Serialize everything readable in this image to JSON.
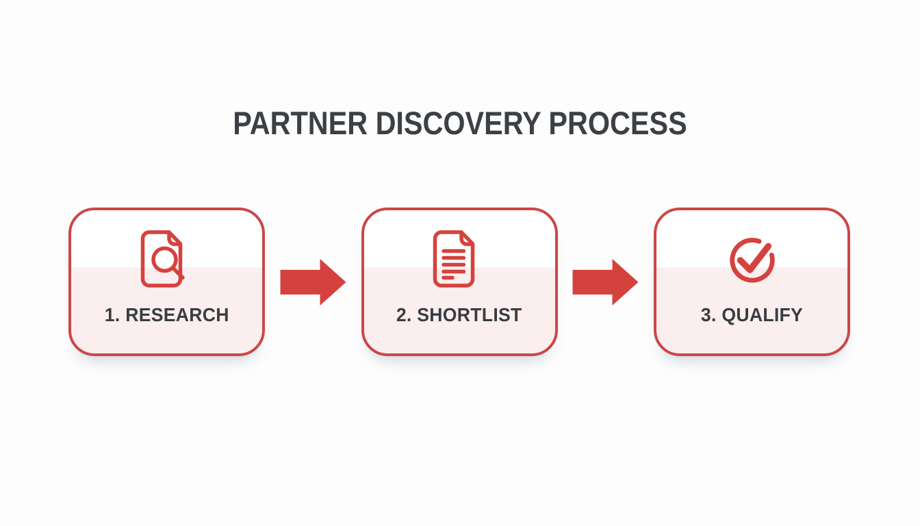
{
  "title": "PARTNER DISCOVERY PROCESS",
  "steps": [
    {
      "label": "1. RESEARCH",
      "icon": "document-search-icon"
    },
    {
      "label": "2. SHORTLIST",
      "icon": "document-lines-icon"
    },
    {
      "label": "3. QUALIFY",
      "icon": "check-circle-icon"
    }
  ],
  "connectors": [
    {
      "icon": "arrow-right-icon"
    },
    {
      "icon": "arrow-right-icon"
    }
  ],
  "colors": {
    "background": "#fdfdfd",
    "accent": "#cb4747",
    "icon_arrow_red": "#d5423e",
    "card_top": "#ffffff",
    "card_bottom": "#fbeeee",
    "title_text": "#3c4044",
    "label_text": "#393d41"
  }
}
